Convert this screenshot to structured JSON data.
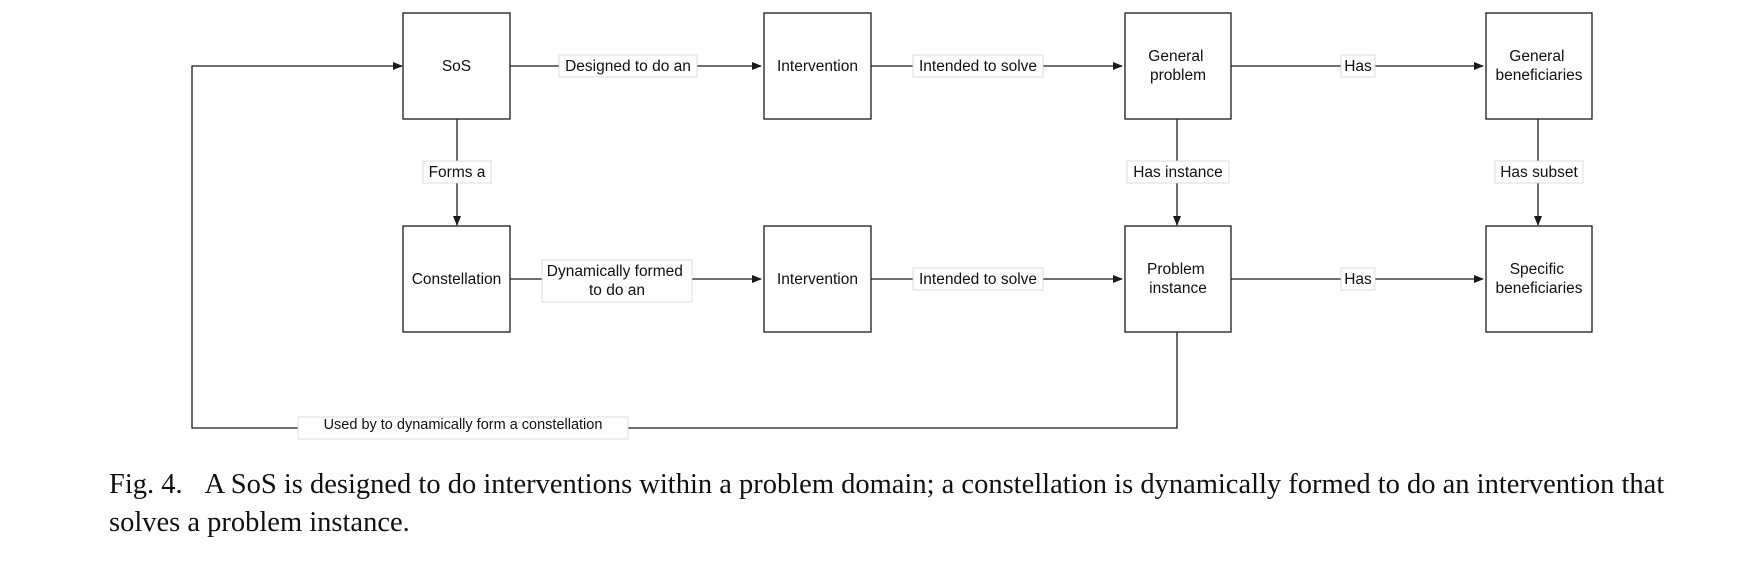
{
  "nodes": {
    "sos": [
      "SoS"
    ],
    "intervention_top": [
      "Intervention"
    ],
    "general_problem": [
      "General",
      "problem"
    ],
    "general_beneficiaries": [
      "General",
      "beneficiaries"
    ],
    "constellation": [
      "Constellation"
    ],
    "intervention_bottom": [
      "Intervention"
    ],
    "problem_instance": [
      "Problem",
      "instance"
    ],
    "specific_beneficiaries": [
      "Specific",
      "beneficiaries"
    ]
  },
  "edges": {
    "sos_to_intervention": [
      "Designed to do an"
    ],
    "intervention_to_general_problem": [
      "Intended to solve"
    ],
    "general_problem_to_beneficiaries": [
      "Has"
    ],
    "sos_to_constellation": [
      "Forms a"
    ],
    "general_problem_to_instance": [
      "Has instance"
    ],
    "general_to_specific_beneficiaries": [
      "Has subset"
    ],
    "constellation_to_intervention": [
      "Dynamically formed",
      "to do an"
    ],
    "intervention_to_problem_instance": [
      "Intended to solve"
    ],
    "problem_instance_to_beneficiaries": [
      "Has"
    ],
    "problem_instance_to_sos": [
      "Used by to dynamically form a constellation"
    ]
  },
  "caption": {
    "figure_number": "Fig. 4.",
    "text": "A SoS is designed to do interventions within a problem domain; a constellation is dynamically formed to do an intervention that solves a problem instance."
  }
}
